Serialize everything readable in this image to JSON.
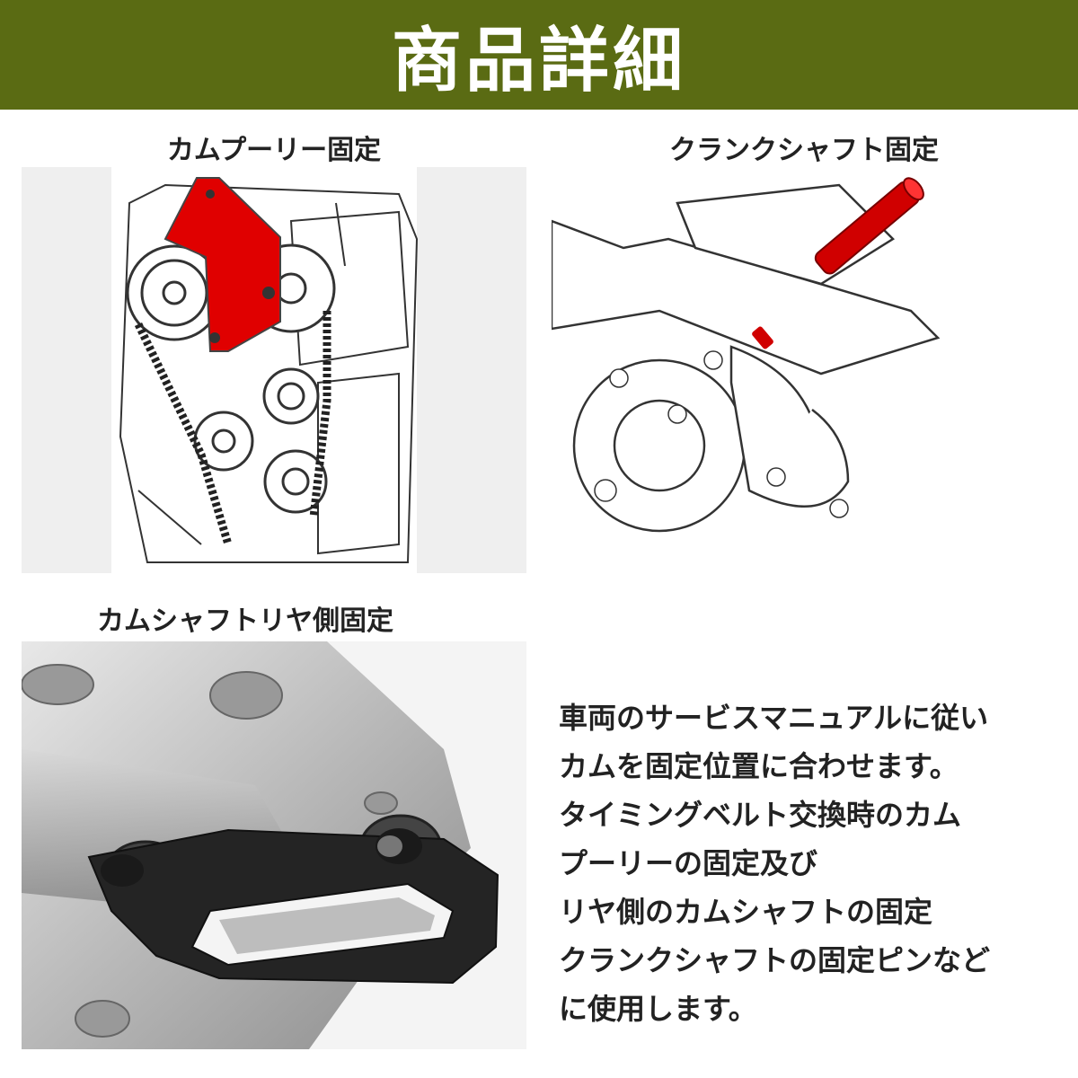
{
  "header": {
    "title": "商品詳細"
  },
  "sections": [
    {
      "caption": "カムプーリー固定"
    },
    {
      "caption": "クランクシャフト固定"
    },
    {
      "caption": "カムシャフトリヤ側固定"
    }
  ],
  "description": {
    "lines": [
      "車両のサービスマニュアルに従い",
      "カムを固定位置に合わせます。",
      "タイミングベルト交換時のカム",
      "プーリーの固定及び",
      "リヤ側のカムシャフトの固定",
      "クランクシャフトの固定ピンなど",
      "に使用します。"
    ]
  },
  "colors": {
    "header_bg": "#5a6b13",
    "tool_red": "#e00000",
    "tool_black": "#222222"
  }
}
